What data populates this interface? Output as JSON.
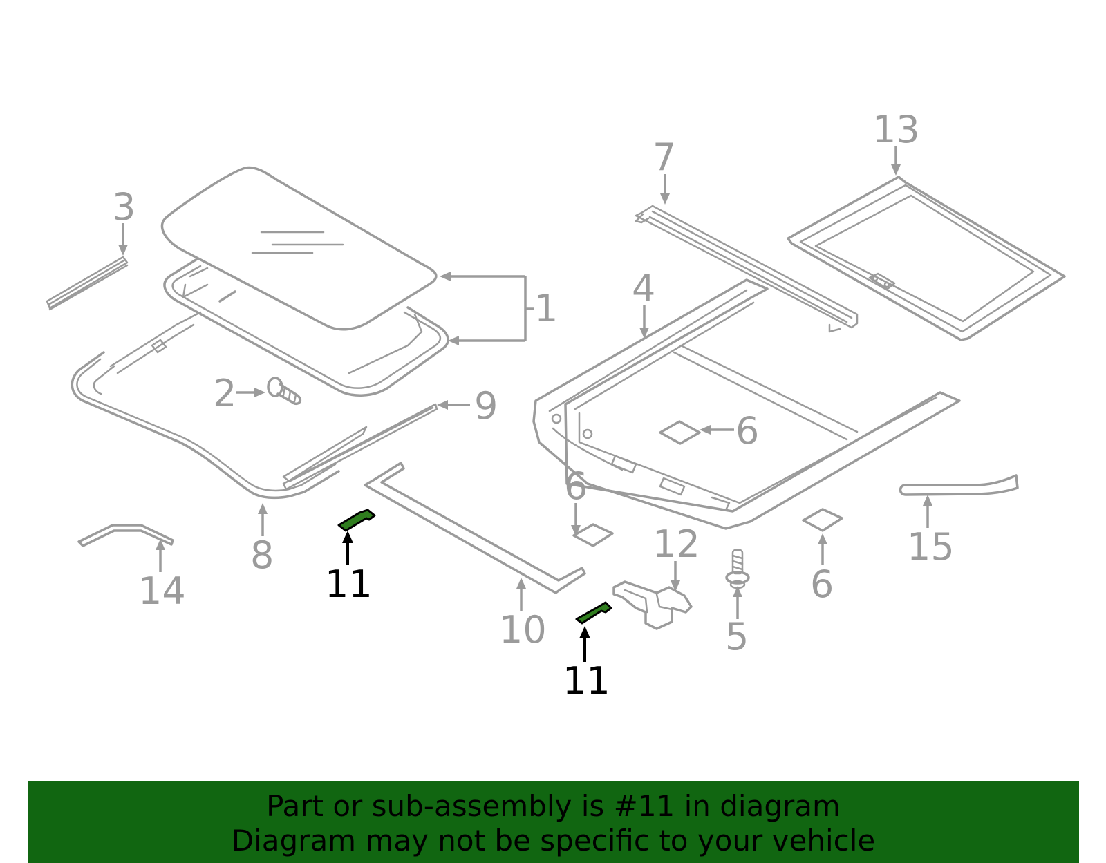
{
  "callouts": {
    "c1": "1",
    "c2": "2",
    "c3": "3",
    "c4": "4",
    "c5": "5",
    "c6a": "6",
    "c6b": "6",
    "c6c": "6",
    "c7": "7",
    "c8": "8",
    "c9": "9",
    "c10": "10",
    "c11a": "11",
    "c11b": "11",
    "c12": "12",
    "c13": "13",
    "c14": "14",
    "c15": "15"
  },
  "highlight": {
    "part_number": "11",
    "color": "#2f7d1e"
  },
  "banner": {
    "line1": "Part or sub-assembly is #11 in diagram",
    "line2": "Diagram may not be specific to your vehicle",
    "background": "#116611"
  }
}
